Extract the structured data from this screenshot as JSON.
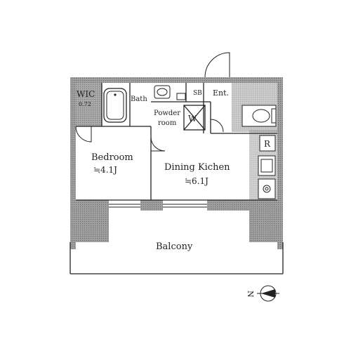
{
  "floorplan": {
    "rooms": {
      "wic": {
        "name": "WIC",
        "area": "0.72"
      },
      "bath": {
        "name": "Bath"
      },
      "powder": {
        "line1": "Powder",
        "line2": "room"
      },
      "washer": {
        "symbol": "W"
      },
      "shoebox": {
        "symbol": "SB"
      },
      "entrance": {
        "name": "Ent."
      },
      "bedroom": {
        "name": "Bedroom",
        "area": "≒4.1J"
      },
      "dining": {
        "name": "Dining Kichen",
        "area": "≒6.1J"
      },
      "fridge": {
        "symbol": "R"
      },
      "balcony": {
        "name": "Balcony"
      }
    },
    "compass": {
      "label": "N"
    },
    "colors": {
      "wall": "#8c8c8c",
      "line": "#222222",
      "paper": "#ffffff"
    }
  }
}
